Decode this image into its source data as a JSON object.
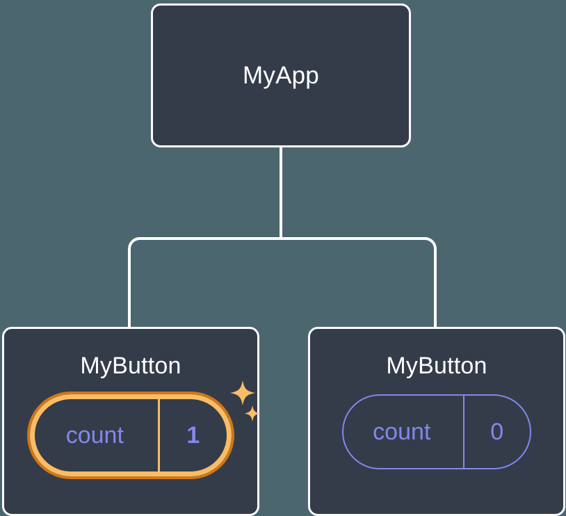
{
  "diagram": {
    "type": "component-tree",
    "background_color": "#4c666f",
    "card_fill_color": "#343c4a",
    "card_border_color": "#ffffff",
    "connector_color": "#ffffff",
    "accent_highlight_color": "#f8bd66",
    "accent_highlight_ring_color": "#cf7719",
    "state_text_color": "#8288ec",
    "root": {
      "label": "MyApp"
    },
    "children": [
      {
        "label": "MyButton",
        "state": {
          "key": "count",
          "value": "1"
        },
        "highlighted": true,
        "sparkle_icon_name": "sparkles-icon"
      },
      {
        "label": "MyButton",
        "state": {
          "key": "count",
          "value": "0"
        },
        "highlighted": false
      }
    ]
  }
}
